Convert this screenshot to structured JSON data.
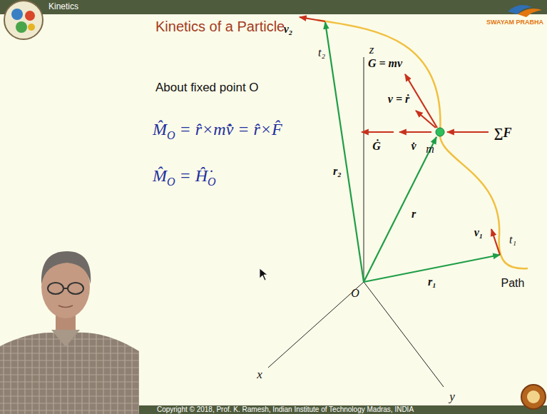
{
  "diagram": {
    "title": "Kinetics of a Particle",
    "labels": [
      "Kinetics",
      "SWAYAM PRABHA",
      "About fixed point O",
      "M̂",
      "O",
      "= r̂×mv̂̇ = r̂×F̂",
      "M̂",
      "O",
      "= Ĥ̇",
      "O",
      "z",
      "G = mv",
      "v = ṙ",
      "t₂",
      "v₂",
      "Ġ",
      "v̇",
      "m",
      "∑F",
      "r₂",
      "r",
      "v₁",
      "t₁",
      "O",
      "r₁",
      "Path",
      "x",
      "y",
      "Copyright © 2018, Prof. K. Ramesh, Indian Institute of Technology Madras, INDIA"
    ]
  }
}
